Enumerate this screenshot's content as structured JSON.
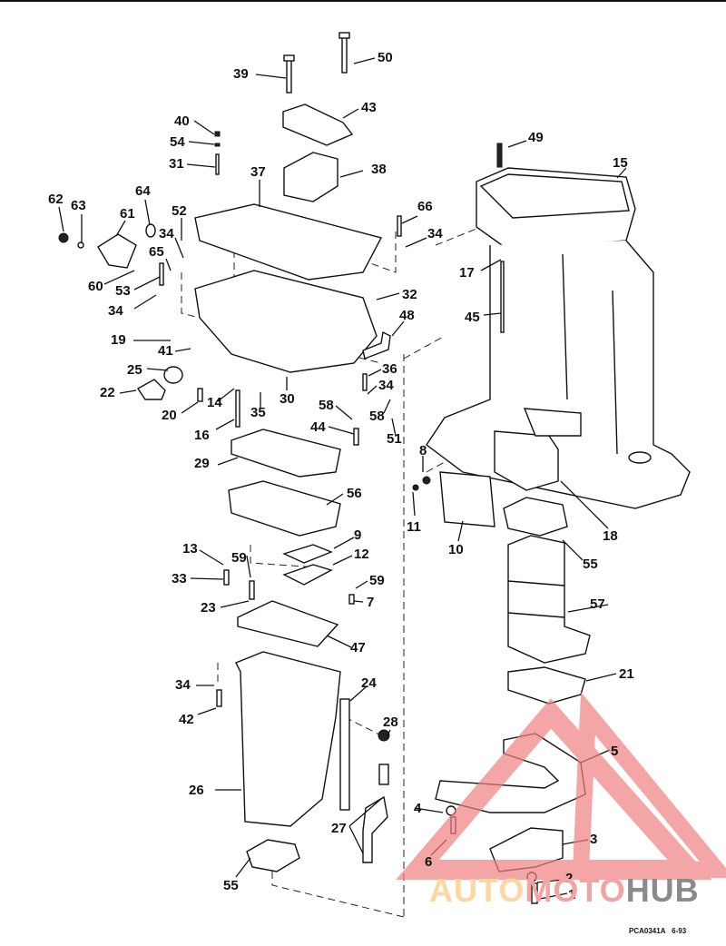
{
  "diagram": {
    "title": "Exhaust housing / midsection exploded parts diagram",
    "footer_code": "PCA0341A",
    "footer_date": "6-93",
    "watermark": {
      "part1": "AUTO",
      "part2": "MOTO",
      "part3": "HUB",
      "colors": {
        "auto": "#fdd6a0",
        "moto": "#f4a3a3",
        "hub": "#8b8b8b",
        "triangle": "#f08080"
      }
    },
    "callouts": [
      {
        "id": "c39",
        "text": "39"
      },
      {
        "id": "c50",
        "text": "50"
      },
      {
        "id": "c43",
        "text": "43"
      },
      {
        "id": "c40",
        "text": "40"
      },
      {
        "id": "c54",
        "text": "54"
      },
      {
        "id": "c31",
        "text": "31"
      },
      {
        "id": "c37",
        "text": "37"
      },
      {
        "id": "c38",
        "text": "38"
      },
      {
        "id": "c49",
        "text": "49"
      },
      {
        "id": "c15",
        "text": "15"
      },
      {
        "id": "c62",
        "text": "62"
      },
      {
        "id": "c63",
        "text": "63"
      },
      {
        "id": "c64",
        "text": "64"
      },
      {
        "id": "c61",
        "text": "61"
      },
      {
        "id": "c52",
        "text": "52"
      },
      {
        "id": "c34a",
        "text": "34"
      },
      {
        "id": "c65",
        "text": "65"
      },
      {
        "id": "c66",
        "text": "66"
      },
      {
        "id": "c34b",
        "text": "34"
      },
      {
        "id": "c60",
        "text": "60"
      },
      {
        "id": "c53",
        "text": "53"
      },
      {
        "id": "c34c",
        "text": "34"
      },
      {
        "id": "c17",
        "text": "17"
      },
      {
        "id": "c32",
        "text": "32"
      },
      {
        "id": "c45",
        "text": "45"
      },
      {
        "id": "c48",
        "text": "48"
      },
      {
        "id": "c19",
        "text": "19"
      },
      {
        "id": "c41",
        "text": "41"
      },
      {
        "id": "c25",
        "text": "25"
      },
      {
        "id": "c22",
        "text": "22"
      },
      {
        "id": "c36",
        "text": "36"
      },
      {
        "id": "c34d",
        "text": "34"
      },
      {
        "id": "c30",
        "text": "30"
      },
      {
        "id": "c14",
        "text": "14"
      },
      {
        "id": "c20",
        "text": "20"
      },
      {
        "id": "c35",
        "text": "35"
      },
      {
        "id": "c58a",
        "text": "58"
      },
      {
        "id": "c58b",
        "text": "58"
      },
      {
        "id": "c16",
        "text": "16"
      },
      {
        "id": "c44",
        "text": "44"
      },
      {
        "id": "c51",
        "text": "51"
      },
      {
        "id": "c8",
        "text": "8"
      },
      {
        "id": "c29",
        "text": "29"
      },
      {
        "id": "c56",
        "text": "56"
      },
      {
        "id": "c11",
        "text": "11"
      },
      {
        "id": "c10",
        "text": "10"
      },
      {
        "id": "c18",
        "text": "18"
      },
      {
        "id": "c9",
        "text": "9"
      },
      {
        "id": "c13",
        "text": "13"
      },
      {
        "id": "c59a",
        "text": "59"
      },
      {
        "id": "c12",
        "text": "12"
      },
      {
        "id": "c55a",
        "text": "55"
      },
      {
        "id": "c33",
        "text": "33"
      },
      {
        "id": "c59b",
        "text": "59"
      },
      {
        "id": "c23",
        "text": "23"
      },
      {
        "id": "c7",
        "text": "7"
      },
      {
        "id": "c57",
        "text": "57"
      },
      {
        "id": "c47",
        "text": "47"
      },
      {
        "id": "c34e",
        "text": "34"
      },
      {
        "id": "c24",
        "text": "24"
      },
      {
        "id": "c21",
        "text": "21"
      },
      {
        "id": "c42",
        "text": "42"
      },
      {
        "id": "c28",
        "text": "28"
      },
      {
        "id": "c5",
        "text": "5"
      },
      {
        "id": "c26",
        "text": "26"
      },
      {
        "id": "c4",
        "text": "4"
      },
      {
        "id": "c27",
        "text": "27"
      },
      {
        "id": "c3",
        "text": "3"
      },
      {
        "id": "c6",
        "text": "6"
      },
      {
        "id": "c2",
        "text": "2"
      },
      {
        "id": "c55b",
        "text": "55"
      },
      {
        "id": "c1",
        "text": "1"
      }
    ]
  }
}
